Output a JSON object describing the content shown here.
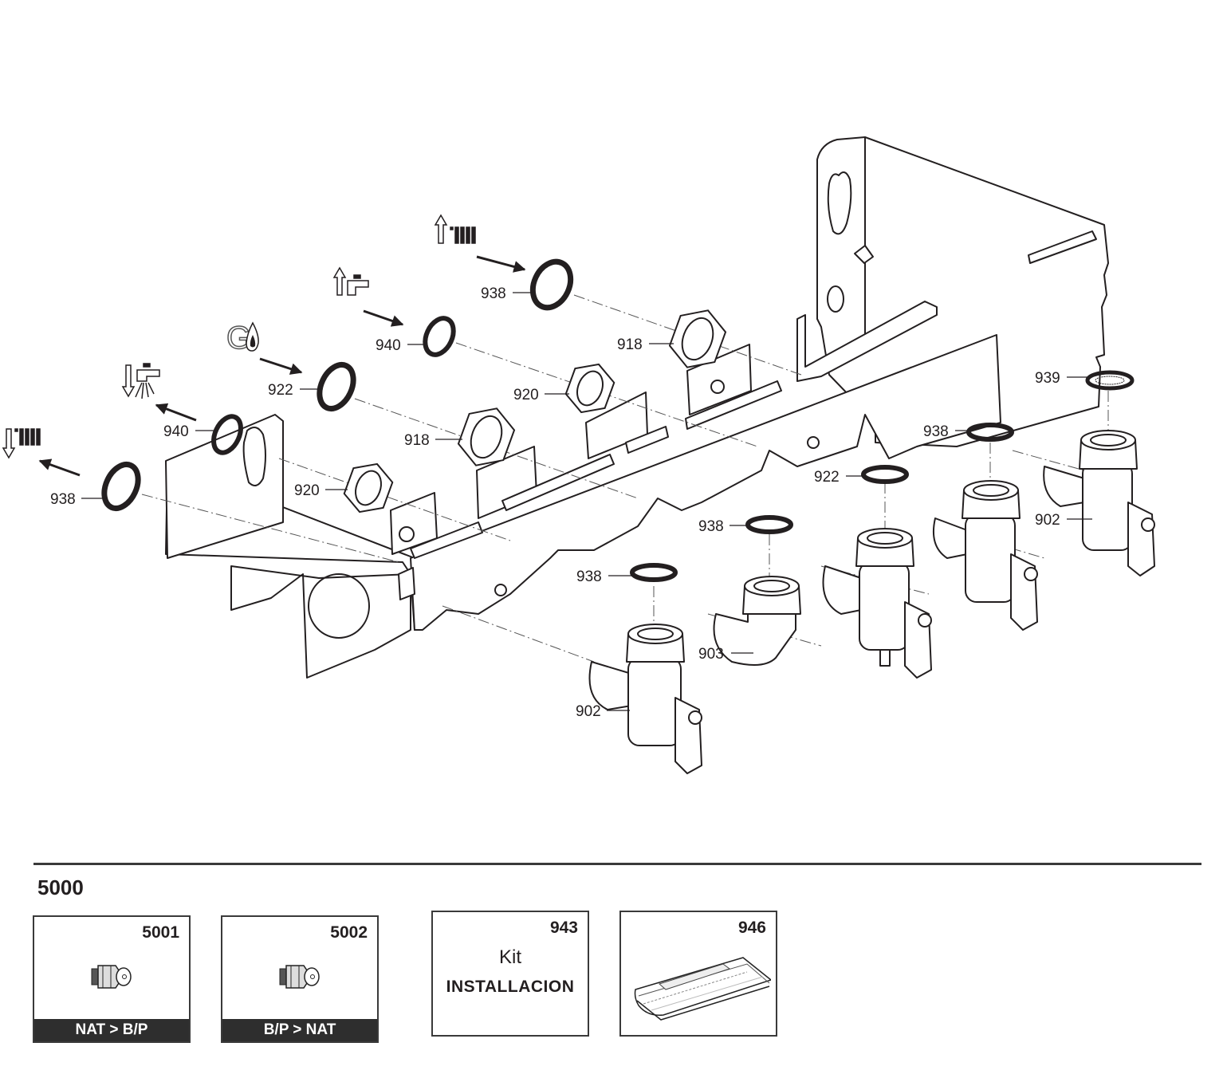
{
  "callouts": [
    {
      "id": "c938-top",
      "text": "938"
    },
    {
      "id": "c940-mid",
      "text": "940"
    },
    {
      "id": "c922-mid",
      "text": "922"
    },
    {
      "id": "c940-left",
      "text": "940"
    },
    {
      "id": "c938-left",
      "text": "938"
    },
    {
      "id": "c918-right",
      "text": "918"
    },
    {
      "id": "c920-mid",
      "text": "920"
    },
    {
      "id": "c918-mid",
      "text": "918"
    },
    {
      "id": "c920-left",
      "text": "920"
    },
    {
      "id": "c939",
      "text": "939"
    },
    {
      "id": "c938-r1",
      "text": "938"
    },
    {
      "id": "c922-r",
      "text": "922"
    },
    {
      "id": "c938-r2",
      "text": "938"
    },
    {
      "id": "c938-r3",
      "text": "938"
    },
    {
      "id": "c902-right",
      "text": "902"
    },
    {
      "id": "c903",
      "text": "903"
    },
    {
      "id": "c902-left",
      "text": "902"
    }
  ],
  "gas_symbol": "G",
  "kit_group": {
    "title": "5000",
    "items": [
      {
        "code": "5001",
        "label": "NAT > B/P"
      },
      {
        "code": "5002",
        "label": "B/P > NAT"
      }
    ]
  },
  "install_kit": {
    "code": "943",
    "line1": "Kit",
    "line2": "INSTALLACION"
  },
  "manual": {
    "code": "946"
  }
}
